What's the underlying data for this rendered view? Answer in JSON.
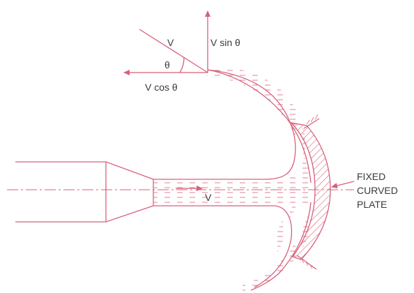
{
  "labels": {
    "velocity_incline": "V",
    "velocity_vertical": "V sin θ",
    "angle": "θ",
    "velocity_horizontal": "V cos θ",
    "jet_velocity": "V",
    "plate_line1": "FIXED",
    "plate_line2": "CURVED",
    "plate_line3": "PLATE"
  },
  "colors": {
    "ink": "#d8607a",
    "text": "#3a3a3a"
  }
}
